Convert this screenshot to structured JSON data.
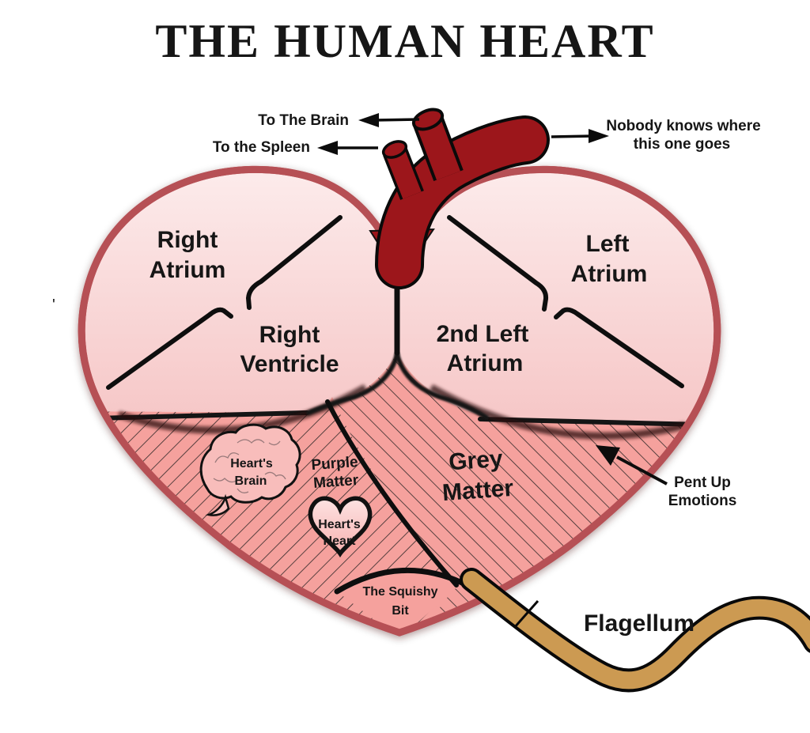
{
  "title": "THE HUMAN HEART",
  "vessels": {
    "to_brain": "To The Brain",
    "to_spleen": "To the Spleen",
    "unknown_line1": "Nobody knows where",
    "unknown_line2": "this one goes"
  },
  "chambers": {
    "right_atrium": [
      "Right",
      "Atrium"
    ],
    "left_atrium": [
      "Left",
      "Atrium"
    ],
    "right_ventricle": [
      "Right",
      "Ventricle"
    ],
    "second_left_atrium": [
      "2nd Left",
      "Atrium"
    ]
  },
  "lower_regions": {
    "hearts_brain": [
      "Heart's",
      "Brain"
    ],
    "purple_matter": [
      "Purple",
      "Matter"
    ],
    "hearts_heart": [
      "Heart's",
      "Heart"
    ],
    "grey_matter": [
      "Grey",
      "Matter"
    ],
    "squishy_bit": [
      "The Squishy",
      "Bit"
    ]
  },
  "annotations": {
    "pent_up": [
      "Pent Up",
      "Emotions"
    ],
    "flagellum": "Flagellum"
  },
  "stray_mark": "'",
  "colors": {
    "heart_fill_top": "#fcebeb",
    "heart_fill_bottom": "#f6c6c6",
    "heart_outline": "#b65055",
    "lower_region_pink": "#f5a19d",
    "hatch_line": "#1b1b1b",
    "blood_vessel_red": "#9c161b",
    "flagellum_tan": "#cc9a52",
    "text_black": "#161616"
  }
}
